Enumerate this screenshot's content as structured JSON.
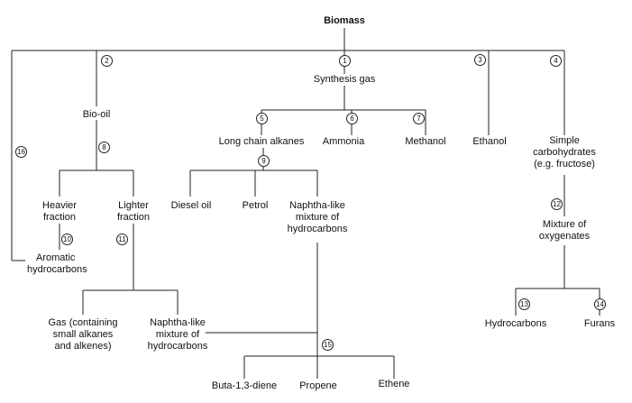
{
  "nodes": {
    "biomass": "Biomass",
    "synthesis_gas": "Synthesis gas",
    "bio_oil": "Bio-oil",
    "ethanol": "Ethanol",
    "simple_carbs": [
      "Simple",
      "carbohydrates",
      "(e.g. fructose)"
    ],
    "long_chain_alkanes": "Long chain alkanes",
    "ammonia": "Ammonia",
    "methanol": "Methanol",
    "heavier_fraction": [
      "Heavier",
      "fraction"
    ],
    "lighter_fraction": [
      "Lighter",
      "fraction"
    ],
    "diesel_oil": "Diesel oil",
    "petrol": "Petrol",
    "naphtha_mix_1": [
      "Naphtha-like",
      "mixture of",
      "hydrocarbons"
    ],
    "mixture_oxygenates": [
      "Mixture of",
      "oxygenates"
    ],
    "aromatic_hydrocarbons": [
      "Aromatic",
      "hydrocarbons"
    ],
    "gas": [
      "Gas (containing",
      "small alkanes",
      "and alkenes)"
    ],
    "naphtha_mix_2": [
      "Naphtha-like",
      "mixture of",
      "hydrocarbons"
    ],
    "hydrocarbons": "Hydrocarbons",
    "furans": "Furans",
    "butadiene": "Buta-1,3-diene",
    "propene": "Propene",
    "ethene": "Ethene"
  },
  "process_numbers": {
    "p1": "1",
    "p2": "2",
    "p3": "3",
    "p4": "4",
    "p5": "5",
    "p6": "6",
    "p7": "7",
    "p8": "8",
    "p9": "9",
    "p10": "10",
    "p11": "11",
    "p12": "12",
    "p13": "13",
    "p14": "14",
    "p15": "15",
    "p16": "16"
  }
}
